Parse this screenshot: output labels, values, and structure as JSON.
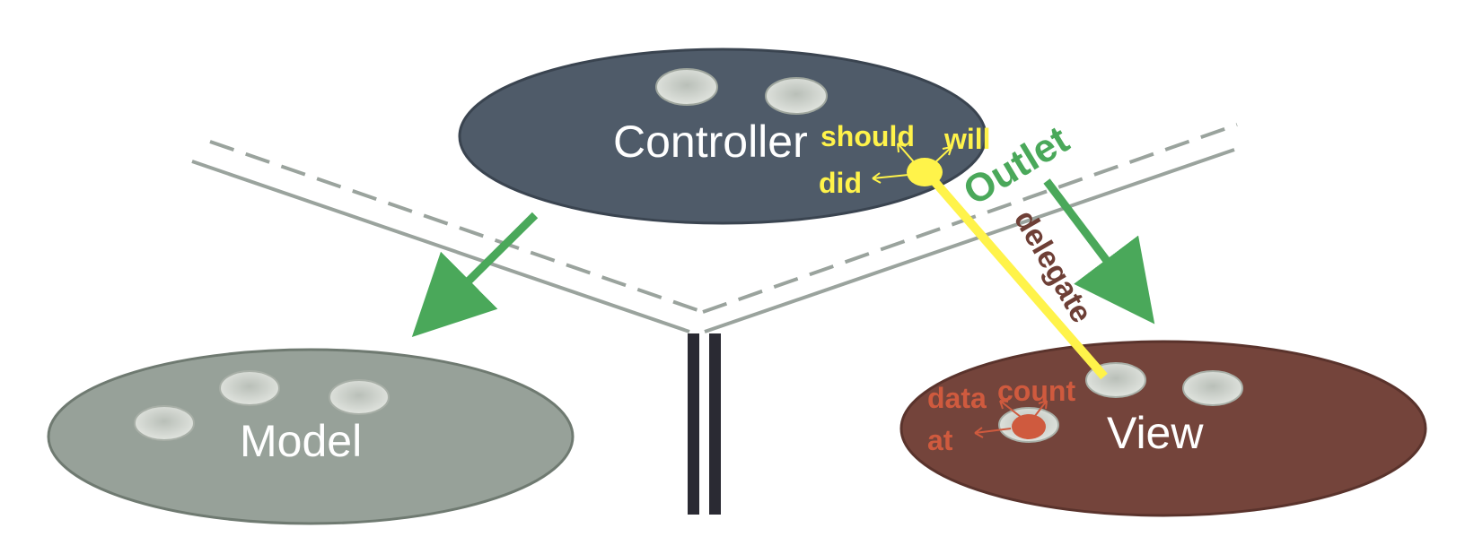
{
  "labels": {
    "controller": "Controller",
    "model": "Model",
    "view": "View",
    "outlet": "Outlet",
    "delegate": "delegate",
    "should": "should",
    "will": "will",
    "did": "did",
    "data": "data",
    "count": "count",
    "at": "at"
  },
  "colors": {
    "controller_fill": "#4f5b69",
    "model_fill": "#97a199",
    "view_fill": "#74443b",
    "green_arrow": "#4aa85a",
    "yellow": "#fff34a",
    "delegate_text": "#6e3f36",
    "datasource_red": "#cf5a3e",
    "dark_bar": "#2a2a33",
    "boundary_line": "#9aa39d",
    "bubble": "#d7dbd6"
  }
}
